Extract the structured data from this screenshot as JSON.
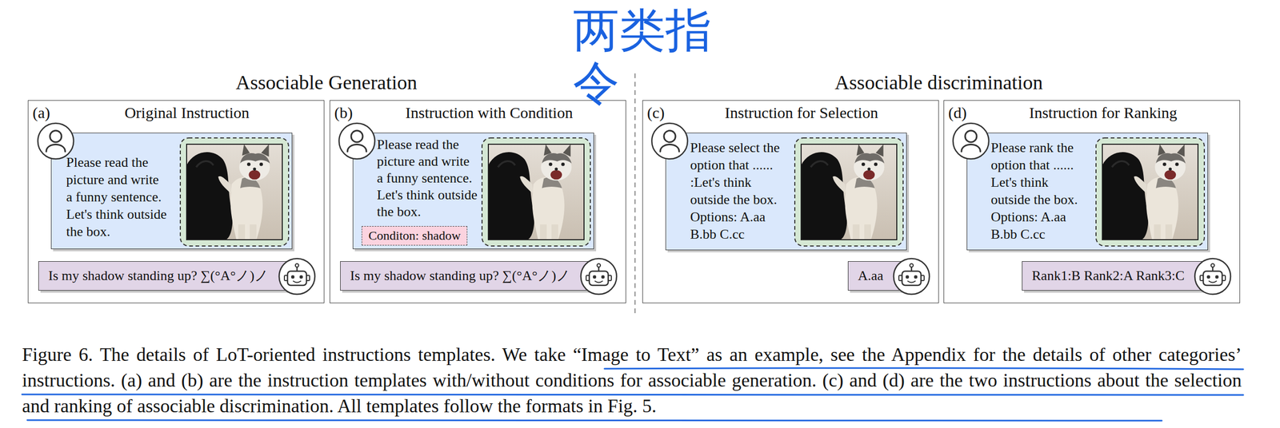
{
  "diagram": {
    "caption": "Figure 6. The details of LoT-oriented instructions templates. We take “Image to Text” as an example, see the Appendix for the details of other categories’ instructions. (a) and (b) are the instruction templates with/without conditions for associable generation. (c) and (d) are the two instructions about the selection and ranking of associable discrimination. All templates follow the formats in Fig. 5.",
    "nodes": [
      {
        "text": [
          "(a)",
          "Original Instruction"
        ]
      },
      {
        "text": [
          "Please read the picture and write a funny sentence. Let's think outside the box."
        ],
        "in": 0
      },
      {
        "text": [
          "Is my shadow standing up? ∑(°A°ノ)ノ"
        ],
        "in": 0
      },
      {
        "text": [
          "(b)",
          "Instruction with Condition"
        ]
      },
      {
        "text": [
          "Please read the picture and write a funny sentence. Let's think outside the box."
        ],
        "in": 3
      },
      {
        "text": [
          "Conditon: shadow"
        ],
        "in": 4
      },
      {
        "text": [
          "Is my shadow standing up? ∑(°A°ノ)ノ"
        ],
        "in": 3
      },
      {
        "text": [
          "(c)",
          "Instruction for Selection"
        ]
      },
      {
        "text": [
          "Please select the option that ...... :Let's think outside the box. Options: A.aa B.bb C.cc"
        ],
        "in": 7
      },
      {
        "text": [
          "A.aa"
        ],
        "in": 7
      },
      {
        "text": [
          "(d)",
          "Instruction for Ranking"
        ]
      },
      {
        "text": [
          "Please rank the option that ...... Let's think outside the box. Options: A.aa B.bb C.cc"
        ],
        "in": 10
      },
      {
        "text": [
          "Rank1:B Rank2:A Rank3:C"
        ],
        "in": 10
      }
    ],
    "labels": [
      "两类指令",
      "Associable Generation",
      "Associable discrimination"
    ]
  }
}
